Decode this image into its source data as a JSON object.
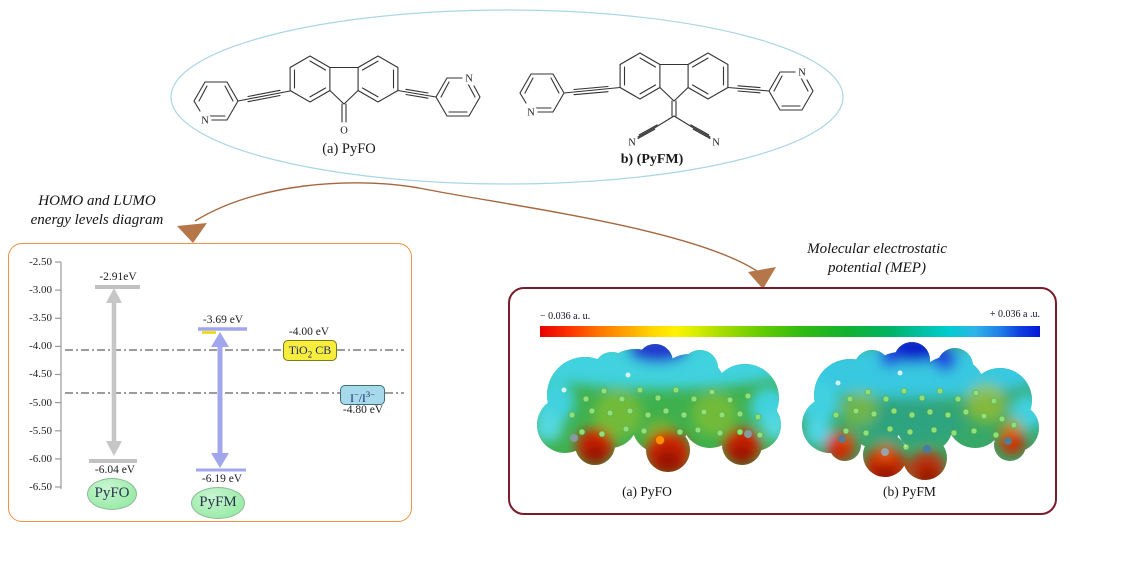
{
  "molecules_panel": {
    "label_a": "(a) PyFO",
    "label_b": "b) (PyFM)",
    "atom_n": "N",
    "atom_o": "O",
    "ellipse_color": "#a9d6e5",
    "connector_color": "#a5673f"
  },
  "energy_panel": {
    "title_line1": "HOMO and LUMO",
    "title_line2": "energy levels diagram",
    "border_color": "#ee9140",
    "axis_ticks": [
      "-2.50",
      "-3.00",
      "-3.50",
      "-4.00",
      "-4.50",
      "-5.00",
      "-5.50",
      "-6.00",
      "-6.50"
    ],
    "levels": {
      "pyfo": {
        "name": "PyFO",
        "lumo_label": "-2.91eV",
        "homo_label": "-6.04 eV",
        "lumo_ev": -2.91,
        "homo_ev": -6.04,
        "color": "#c1c1c1"
      },
      "pyfm": {
        "name": "PyFM",
        "lumo_label": "-3.69 eV",
        "homo_label": "-6.19 eV",
        "lumo_ev": -3.69,
        "homo_ev": -6.19,
        "color": "#a2a6ec"
      }
    },
    "tio2_cb": {
      "text_pre": "TiO",
      "text_sub": "2",
      "text_post": " CB",
      "energy_label": "-4.00 eV",
      "ev": -4.0,
      "fill": "#f8ec3d"
    },
    "electrolyte": {
      "base1": "I",
      "sup1": "−",
      "slash": "/",
      "base2": "I",
      "sup2": "3−",
      "energy_label": "-4.80 eV",
      "ev": -4.8,
      "fill": "#a6d9ea"
    },
    "name_badge_fill": "#9cecaa"
  },
  "mep_panel": {
    "title_line1": "Molecular electrostatic",
    "title_line2": "potential (MEP)",
    "border_color": "#7a1b2a",
    "scale_min_label": "− 0.036 a. u.",
    "scale_max_label": "+ 0.036 a .u.",
    "caption_a": "(a) PyFO",
    "caption_b": "(b) PyFM"
  }
}
